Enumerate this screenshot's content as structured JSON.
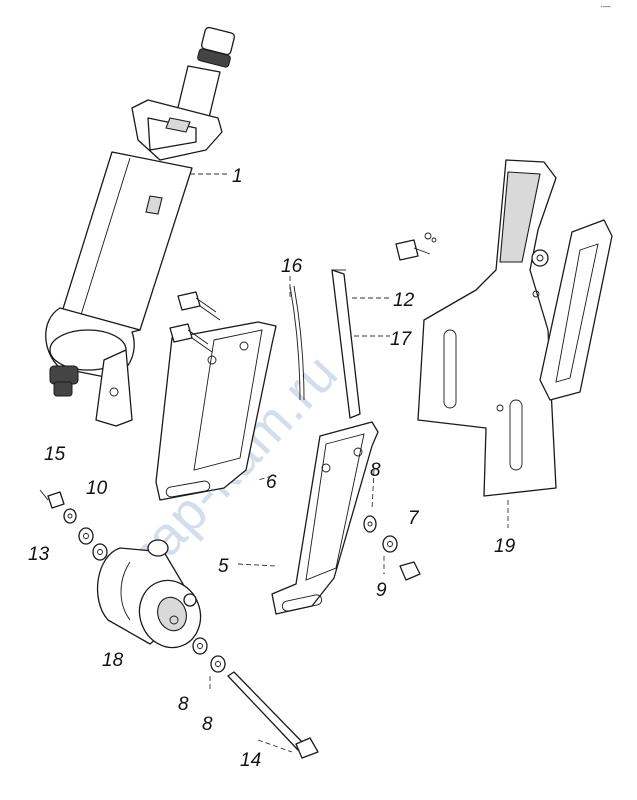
{
  "diagram": {
    "watermark": "zap-kam.ru",
    "corner_mark": "·—",
    "callouts": {
      "steering_column": "1",
      "bracket_left": "5",
      "plate_left": "6",
      "bolt_right": "7",
      "washer_upper_right": "8",
      "washer_lower_a": "8",
      "washer_lower_b": "8",
      "nut_right": "9",
      "washer_left_10": "10",
      "bolts_top_12": "12",
      "nut_left_13": "13",
      "long_bolt_14": "14",
      "bolt_left_15": "15",
      "rod_16": "16",
      "rod_17": "17",
      "cylinder_18": "18",
      "large_bracket_19": "19"
    }
  }
}
